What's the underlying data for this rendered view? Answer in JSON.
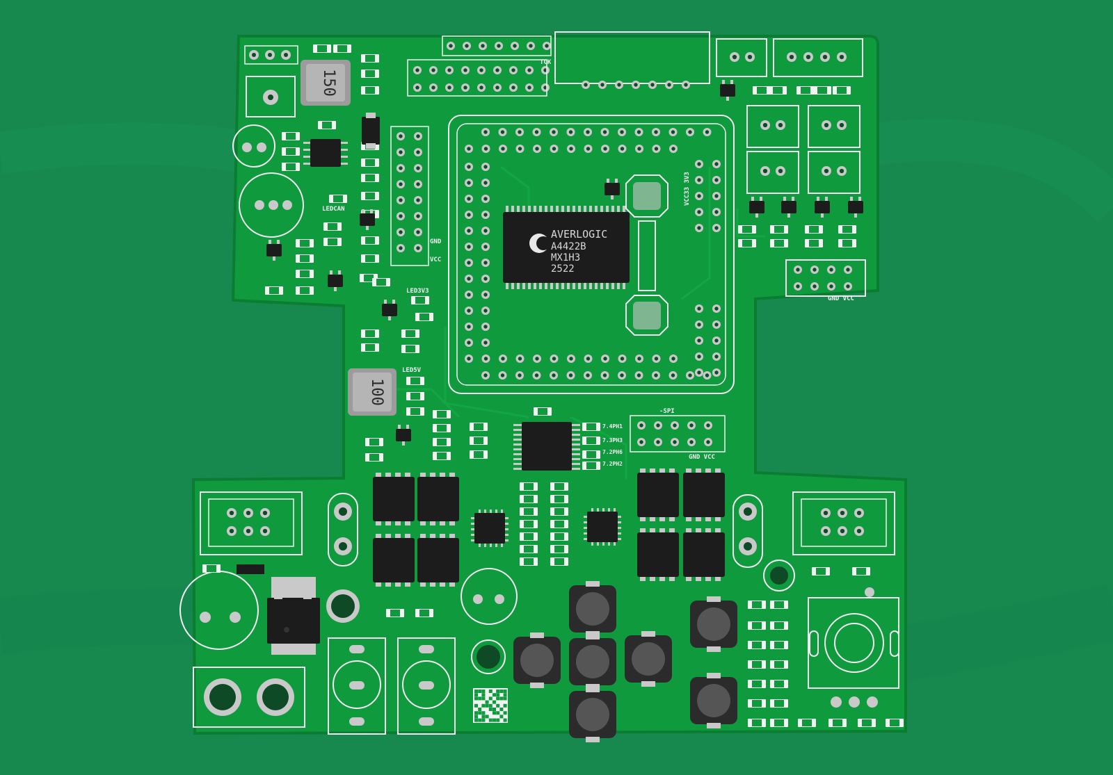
{
  "scene": {
    "description_colors": {
      "mat": "#17894f",
      "board": "#0f9a3e",
      "silkscreen": "#f2f2f2",
      "pad": "#c9c9c9",
      "hole": "#0d4a25",
      "chip": "#1c1c1c"
    }
  },
  "main_chip": {
    "line1": "AVERLOGIC",
    "line2": "A4422B",
    "line3": "MX1H3",
    "line4": "2522"
  },
  "inductors": {
    "top": "150",
    "middle": "100"
  },
  "labels": {
    "led_can": "LEDCAN",
    "led_3v3": "LED3V3",
    "led_5v": "LED5V",
    "gnd": "GND",
    "vcc": "VCC",
    "gnd_vcc": "GND VCC",
    "spi": "-SPI",
    "vcc_3v3": "VCC33 3V3",
    "ph1": "7.4PH1",
    "ph3": "7.3PH3",
    "ph6": "7.2PH6",
    "ph2": "7.2PH2",
    "tck": "TCK"
  }
}
